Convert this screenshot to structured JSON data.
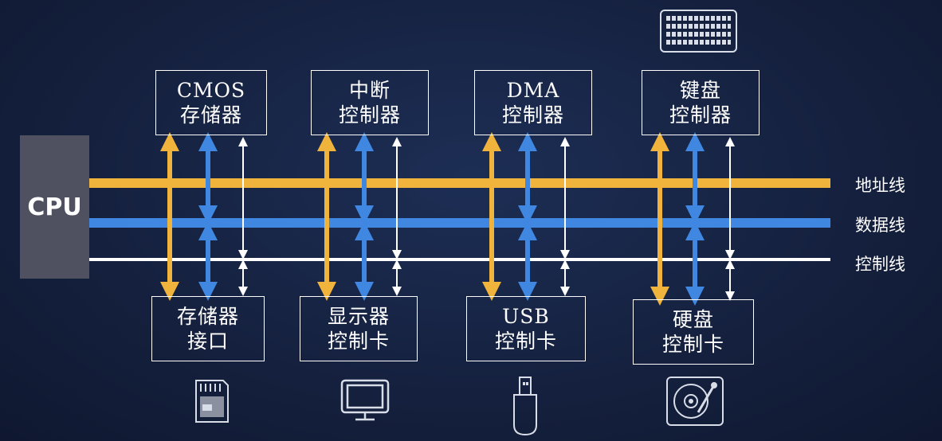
{
  "cpu": {
    "label": "CPU"
  },
  "buses": {
    "address": {
      "label": "地址线",
      "color": "#f0b43c"
    },
    "data": {
      "label": "数据线",
      "color": "#3f87e0"
    },
    "control": {
      "label": "控制线",
      "color": "#ffffff"
    }
  },
  "top_controllers": [
    {
      "line1": "CMOS",
      "line2": "存储器"
    },
    {
      "line1": "中断",
      "line2": "控制器"
    },
    {
      "line1": "DMA",
      "line2": "控制器"
    },
    {
      "line1": "键盘",
      "line2": "控制器"
    }
  ],
  "bottom_controllers": [
    {
      "line1": "存储器",
      "line2": "接口"
    },
    {
      "line1": "显示器",
      "line2": "控制卡"
    },
    {
      "line1": "USB",
      "line2": "控制卡"
    },
    {
      "line1": "硬盘",
      "line2": "控制卡"
    }
  ],
  "icons": [
    "keyboard-icon",
    "memory-card-icon",
    "monitor-icon",
    "usb-drive-icon",
    "hard-disk-icon"
  ],
  "colors": {
    "background": "#15213f",
    "cpu": "#4f5161"
  }
}
